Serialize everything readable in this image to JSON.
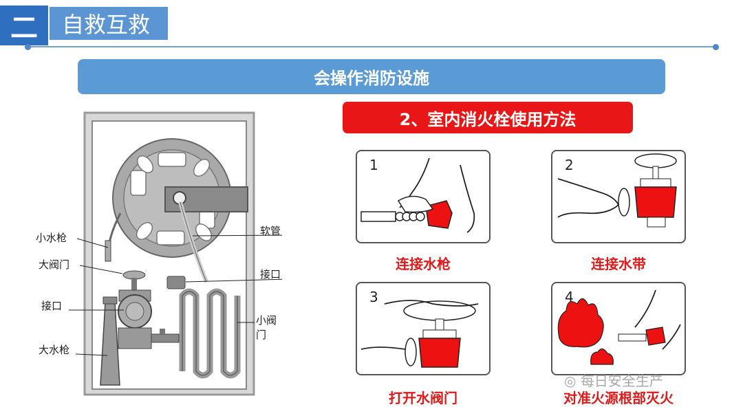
{
  "header": {
    "section_number": "二",
    "title": "自救互救"
  },
  "banner": {
    "title": "会操作消防设施"
  },
  "subheading": {
    "title": "2、室内消火栓使用方法"
  },
  "diagram": {
    "labels": {
      "small_nozzle": "小水枪",
      "large_valve": "大阀门",
      "interface_left": "接口",
      "large_nozzle": "大水枪",
      "hose": "软管",
      "interface_right": "接口",
      "small_valve": "小阀门"
    }
  },
  "steps": [
    {
      "number": "1",
      "caption": "连接水枪"
    },
    {
      "number": "2",
      "caption": "连接水带"
    },
    {
      "number": "3",
      "caption": "打开水阀门"
    },
    {
      "number": "4",
      "caption": "对准火源根部灭火"
    }
  ],
  "watermark": {
    "text": "每日安全生产"
  },
  "colors": {
    "blue_dark": "#2f6fbf",
    "blue_light": "#5b9bd5",
    "red": "#e81616"
  }
}
